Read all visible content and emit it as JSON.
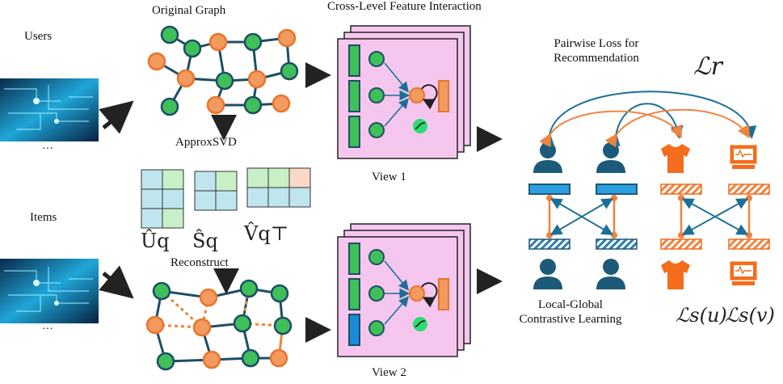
{
  "labels": {
    "users": "Users",
    "items": "Items",
    "original_graph": "Original Graph",
    "approx_svd": "ApproxSVD",
    "reconstruct": "Reconstruct",
    "cross_level": "Cross-Level Feature Interaction",
    "view1": "View 1",
    "view2": "View 2",
    "pairwise_loss": "Pairwise Loss for\nRecommendation",
    "local_global": "Local-Global\nContrastive Learning",
    "ellipsis": "···"
  },
  "math": {
    "L_r": "ℒr",
    "L_s_u": "ℒs(u)",
    "L_s_v": "ℒs(v)",
    "U_q": "Ûq",
    "S_q": "Ŝq",
    "V_q_T": "V̂q⊤"
  },
  "colors": {
    "green_node": "#3fbf59",
    "orange_node": "#f39a5f",
    "node_stroke": "#1d4e66",
    "edge": "#1d4e66",
    "orange_edge": "#f0833e",
    "view_panel": "#f6c7ee",
    "blue_bar": "#1a8bd8",
    "user_icon": "#1d5978",
    "item_orange": "#f36d1c",
    "arrow_blue": "#1d6f96"
  },
  "icons": [
    "user-icon",
    "shirt-icon",
    "computer-icon",
    "circuit-image",
    "loop-icon",
    "sigmoid-icon"
  ]
}
